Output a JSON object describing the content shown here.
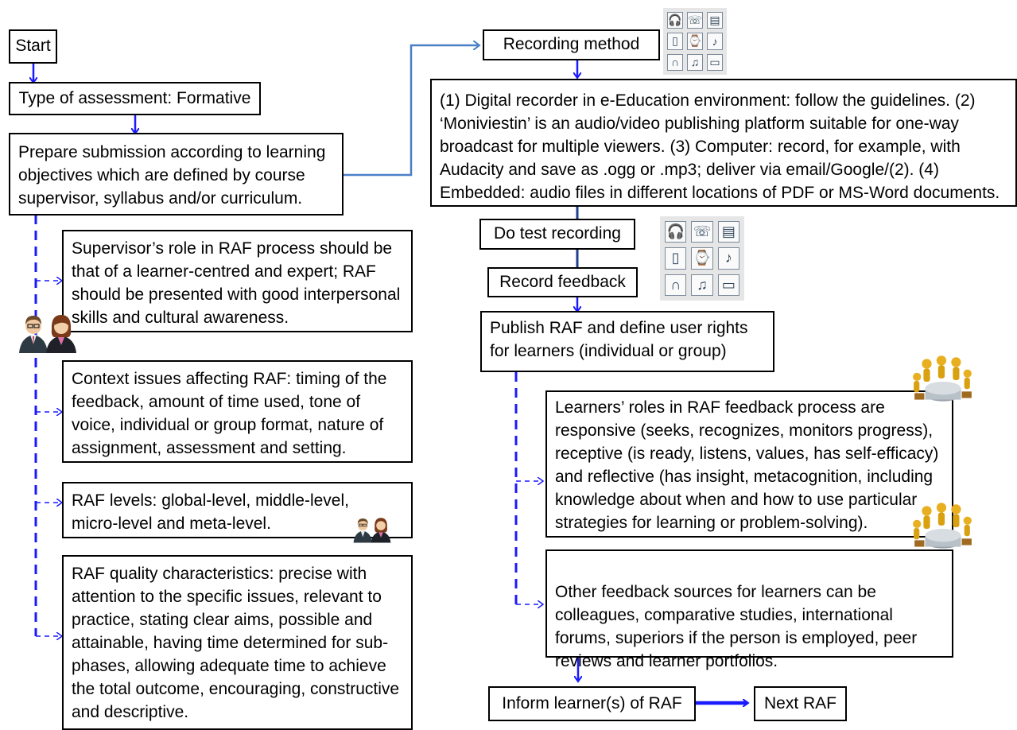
{
  "flow": {
    "start": "Start",
    "assessment_type": "Type of assessment: Formative",
    "prepare": "Prepare submission according to learning objectives which are defined by course supervisor, syllabus and/or curriculum.",
    "supervisor_role": "Supervisor’s role in RAF process should be that of a learner-centred and expert; RAF should be presented with good interpersonal skills and cultural awareness.",
    "context_issues": "Context issues affecting RAF: timing of the feedback, amount of time used, tone of voice, individual or group format, nature of assignment, assessment and setting.",
    "raf_levels": "RAF levels: global-level, middle-level, micro-level and meta-level.",
    "quality": "RAF quality characteristics: precise with attention to the specific issues, relevant to practice, stating clear aims, possible and attainable, having time determined for sub-phases, allowing adequate time to achieve the total outcome, encouraging, constructive and descriptive.",
    "recording_method": "Recording method",
    "recording_details": "(1) Digital recorder in e-Education environment: follow the guidelines. (2) ‘Moniviestin’ is an audio/video publishing platform suitable for one-way broadcast for multiple viewers. (3) Computer: record, for example, with Audacity and save as .ogg or .mp3; deliver via email/Google/(2). (4) Embedded: audio files in different locations of PDF or MS-Word documents.",
    "test_recording": "Do test recording",
    "record_feedback": "Record feedback",
    "publish": "Publish RAF and define user rights for learners (individual or group)",
    "learner_roles": "Learners’ roles in RAF feedback process are responsive (seeks, recognizes, monitors progress), receptive (is ready, listens, values, has self-efficacy) and reflective (has insight, metacognition, including knowledge about when and how to use particular strategies for learning or problem-solving).",
    "other_sources": "Other feedback sources for learners can be colleagues, comparative studies, international forums, superiors if the person is employed, peer reviews and learner portfolios.",
    "inform": "Inform learner(s) of RAF",
    "next": "Next RAF"
  },
  "device_icons": [
    "headphones-icon",
    "headset-icon",
    "voice-recorder-icon",
    "phone-icon",
    "watch-recorder-icon",
    "earphones-icon",
    "headset-mic-icon",
    "media-player-icon",
    "tablet-icon"
  ],
  "colors": {
    "arrow": "#1a1aff",
    "connector": "#4a7fc8",
    "box_border": "#000000"
  }
}
